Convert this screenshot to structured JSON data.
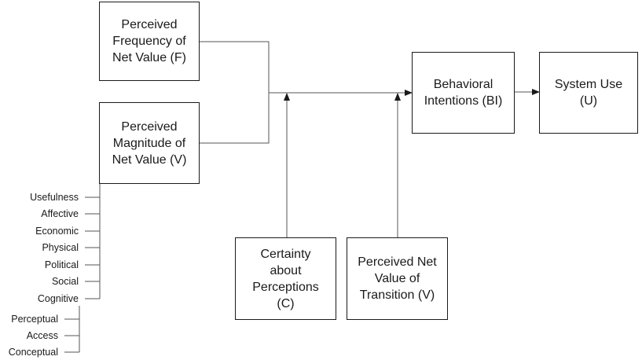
{
  "boxes": {
    "frequency": [
      "Perceived",
      "Frequency of",
      "Net Value (F)"
    ],
    "magnitude": [
      "Perceived",
      "Magnitude of",
      "Net Value (V)"
    ],
    "intentions": [
      "Behavioral",
      "Intentions (BI)"
    ],
    "system_use": [
      "System Use",
      "(U)"
    ],
    "certainty": [
      "Certainty",
      "about",
      "Perceptions",
      "(C)"
    ],
    "transition": [
      "Perceived Net",
      "Value of",
      "Transition (V)"
    ]
  },
  "value_types": [
    "Usefulness",
    "Affective",
    "Economic",
    "Physical",
    "Political",
    "Social",
    "Cognitive"
  ],
  "cognitive_subtypes": [
    "Perceptual",
    "Access",
    "Conceptual"
  ]
}
